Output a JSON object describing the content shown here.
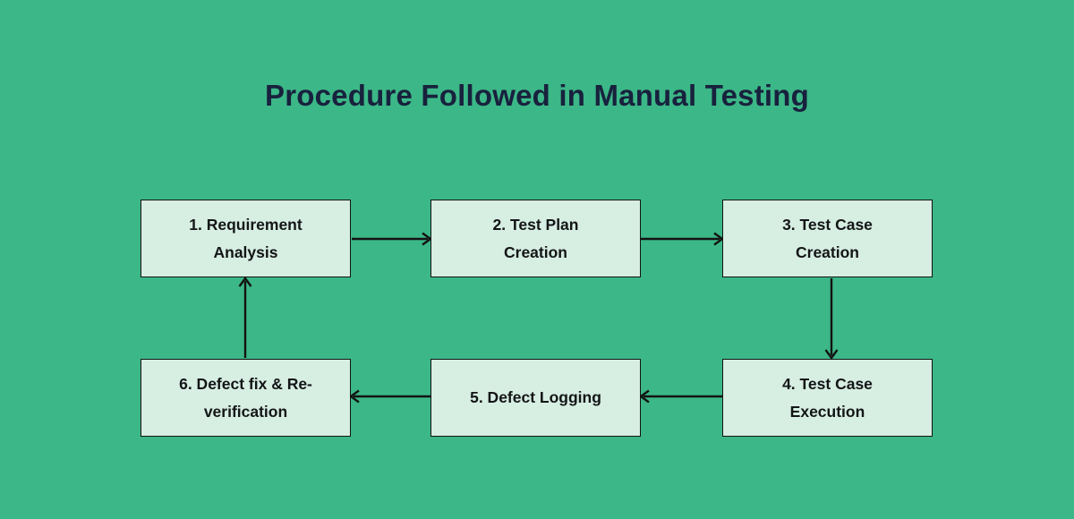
{
  "title": "Procedure Followed in Manual Testing",
  "steps": [
    {
      "id": 1,
      "label": "Requirement Analysis",
      "lines": [
        "1. Requirement",
        "Analysis"
      ]
    },
    {
      "id": 2,
      "label": "Test Plan Creation",
      "lines": [
        "2. Test Plan",
        "Creation"
      ]
    },
    {
      "id": 3,
      "label": "Test Case Creation",
      "lines": [
        "3. Test Case",
        "Creation"
      ]
    },
    {
      "id": 4,
      "label": "Test Case Execution",
      "lines": [
        "4. Test Case",
        "Execution"
      ]
    },
    {
      "id": 5,
      "label": "Defect Logging",
      "lines": [
        "5. Defect Logging"
      ]
    },
    {
      "id": 6,
      "label": "Defect fix & Re-verification",
      "lines": [
        "6. Defect fix & Re-",
        "verification"
      ]
    }
  ],
  "connections": [
    {
      "from": 1,
      "to": 2,
      "direction": "right"
    },
    {
      "from": 2,
      "to": 3,
      "direction": "right"
    },
    {
      "from": 3,
      "to": 4,
      "direction": "down"
    },
    {
      "from": 4,
      "to": 5,
      "direction": "left"
    },
    {
      "from": 5,
      "to": 6,
      "direction": "left"
    },
    {
      "from": 6,
      "to": 1,
      "direction": "up"
    }
  ],
  "colors": {
    "background": "#3CB787",
    "box_fill": "#D7EEE3",
    "box_border": "#121413",
    "box_text": "#131516",
    "title_color": "#18213D",
    "arrow": "#131313"
  }
}
